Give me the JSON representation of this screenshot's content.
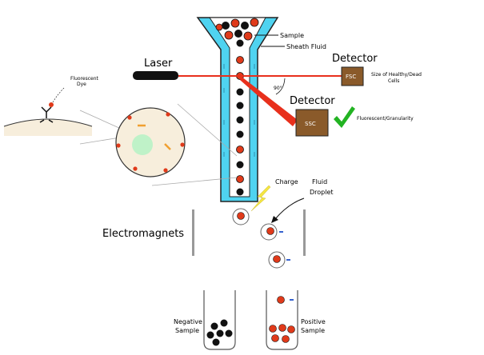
{
  "labels": {
    "sample": "Sample",
    "sheath_fluid": "Sheath Fluid",
    "laser": "Laser",
    "detector_fsc": "Detector",
    "fsc": "FSC",
    "size_note_line1": "Size of Healthy/Dead",
    "size_note_line2": "Cells",
    "angle": "90°",
    "detector_ssc": "Detector",
    "ssc": "SSC",
    "granularity_note": "Fluorescent/Granularity",
    "fluorescent_dye_line1": "Fluorescent",
    "fluorescent_dye_line2": "Dye",
    "charge": "Charge",
    "fluid_droplet_line1": "Fluid",
    "fluid_droplet_line2": "Droplet",
    "electromagnets": "Electromagnets",
    "negative_sample_line1": "Negative",
    "negative_sample_line2": "Sample",
    "positive_sample_line1": "Positive",
    "positive_sample_line2": "Sample"
  },
  "colors": {
    "sheath": "#4fd3f0",
    "laser": "#e8301c",
    "cell_red": "#e03a1a",
    "cell_black": "#111111",
    "detector_box": "#8a5a2a",
    "check": "#22b322",
    "magnet": "#999999",
    "charge_bolt": "#f5e642",
    "nucleus": "#bff2c8",
    "organelle": "#f0a030",
    "minus": "#2050c8"
  },
  "icons": {
    "check": "check-mark-icon",
    "bolt": "lightning-bolt-icon"
  }
}
